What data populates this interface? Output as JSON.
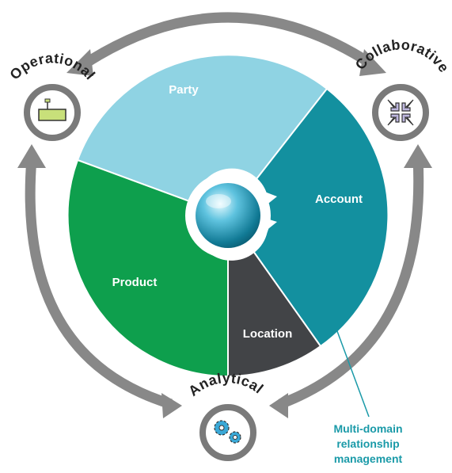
{
  "segments": [
    {
      "label": "Party",
      "color": "#8fd3e3"
    },
    {
      "label": "Account",
      "color": "#13909f"
    },
    {
      "label": "Location",
      "color": "#424447"
    },
    {
      "label": "Product",
      "color": "#0e9f4d"
    }
  ],
  "nodes": {
    "operational": "Operational",
    "collaborative": "Collaborative",
    "analytical": "Analytical"
  },
  "callout": [
    "Multi-domain",
    "relationship",
    "management"
  ],
  "colors": {
    "arrow": "#888888",
    "node_ring": "#7a7a7a",
    "callout": "#1a9aa8",
    "device_icon": "#c8e07a",
    "collab_icon": "#bfb8e0",
    "gear_icon": "#3aa8d6"
  }
}
